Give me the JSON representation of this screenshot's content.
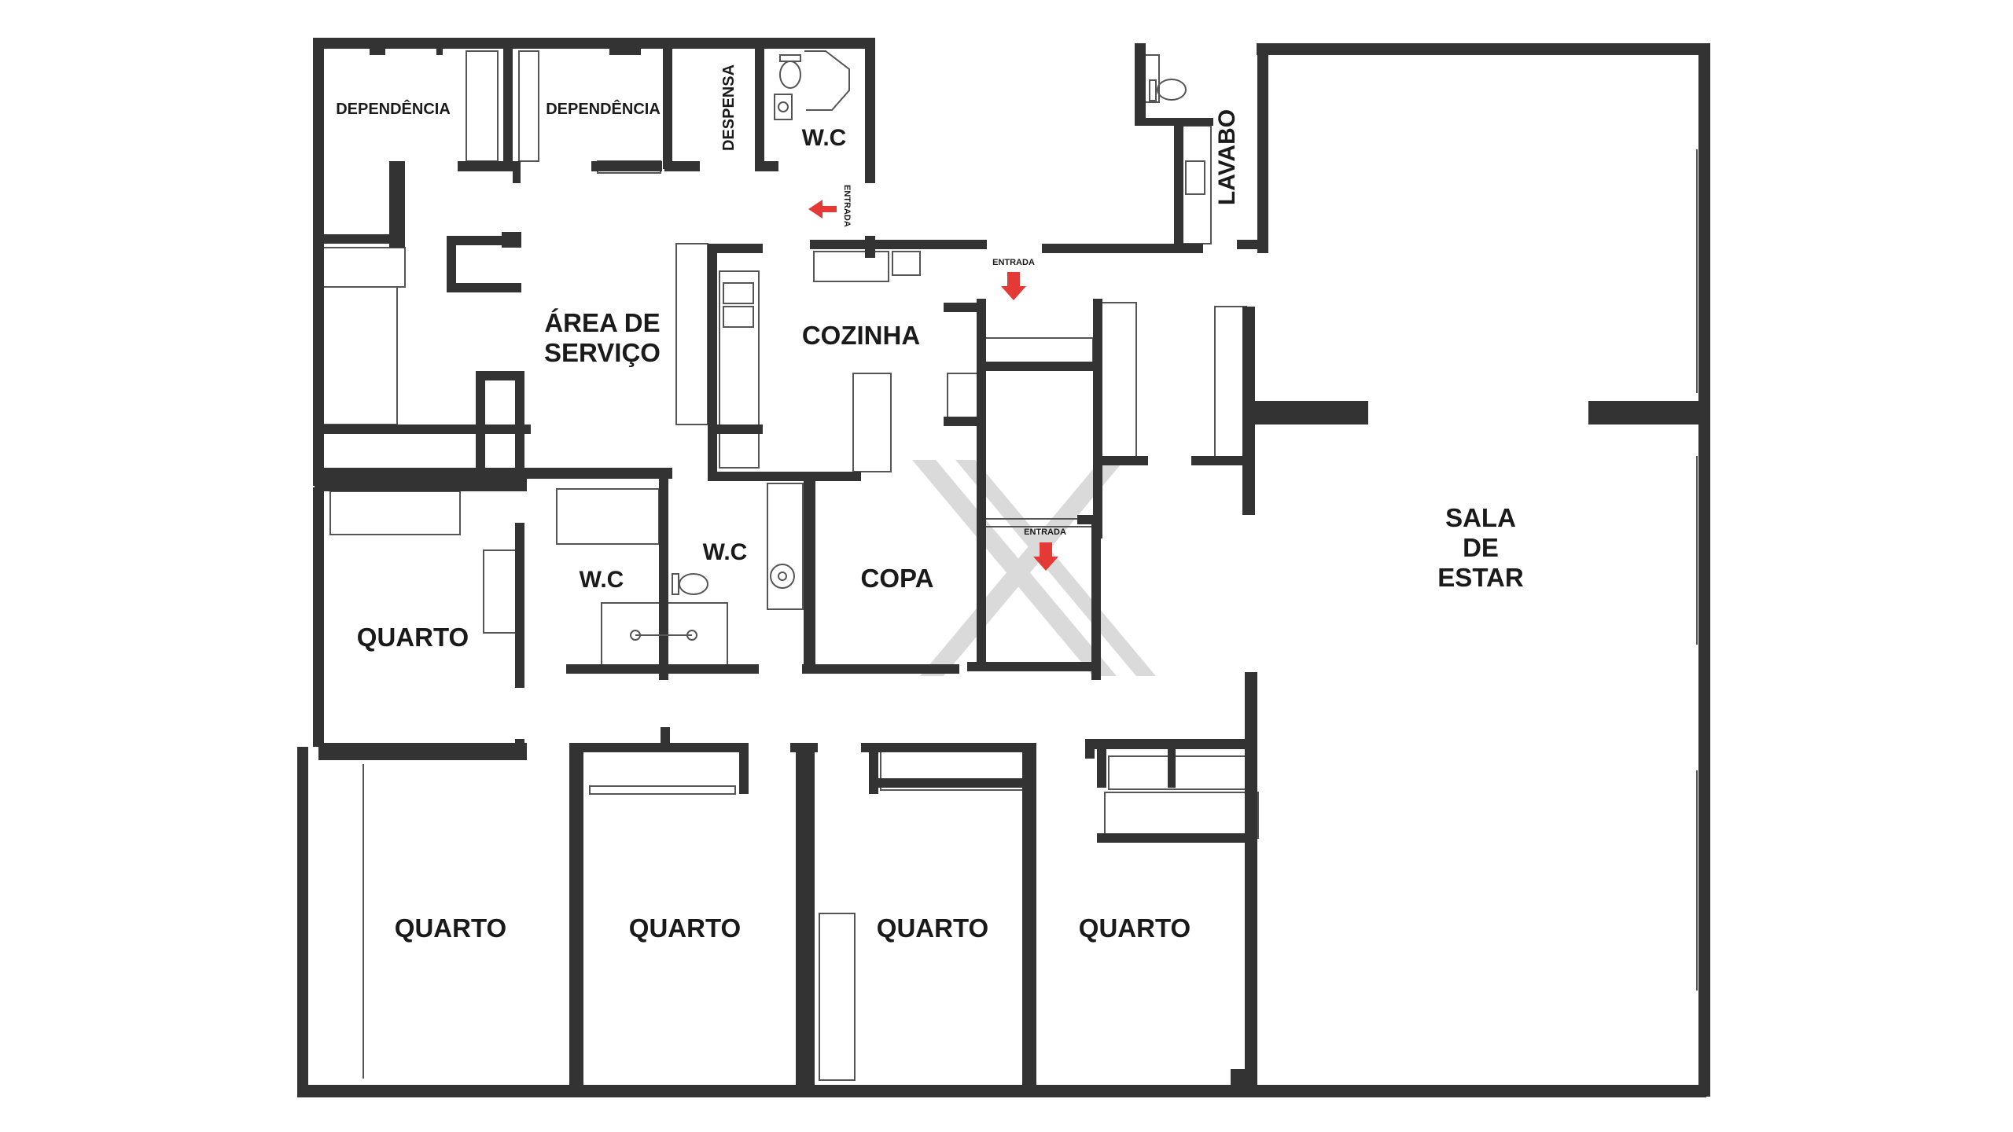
{
  "plan": {
    "rooms": {
      "dependencia_1": "DEPENDÊNCIA",
      "dependencia_2": "DEPENDÊNCIA",
      "despensa": "DESPENSA",
      "wc_top": "W.C",
      "lavabo": "LAVABO",
      "area_servico_line1": "ÁREA DE",
      "area_servico_line2": "SERVIÇO",
      "cozinha": "COZINHA",
      "wc_mid_left": "W.C",
      "wc_mid_right": "W.C",
      "copa": "COPA",
      "quarto_mid": "QUARTO",
      "sala_line1": "SALA",
      "sala_line2": "DE",
      "sala_line3": "ESTAR",
      "quarto_1": "QUARTO",
      "quarto_2": "QUARTO",
      "quarto_3": "QUARTO",
      "quarto_4": "QUARTO"
    },
    "entrances": {
      "service": "ENTRADA",
      "main": "ENTRADA",
      "copa": "ENTRADA"
    },
    "colors": {
      "wall": "#333333",
      "arrow": "#e53935",
      "watermark": "#bdbdbd",
      "fixture": "#555555"
    },
    "icons": [
      "entrance-arrow-icon",
      "toilet-icon",
      "sink-icon",
      "watermark-logo"
    ]
  }
}
